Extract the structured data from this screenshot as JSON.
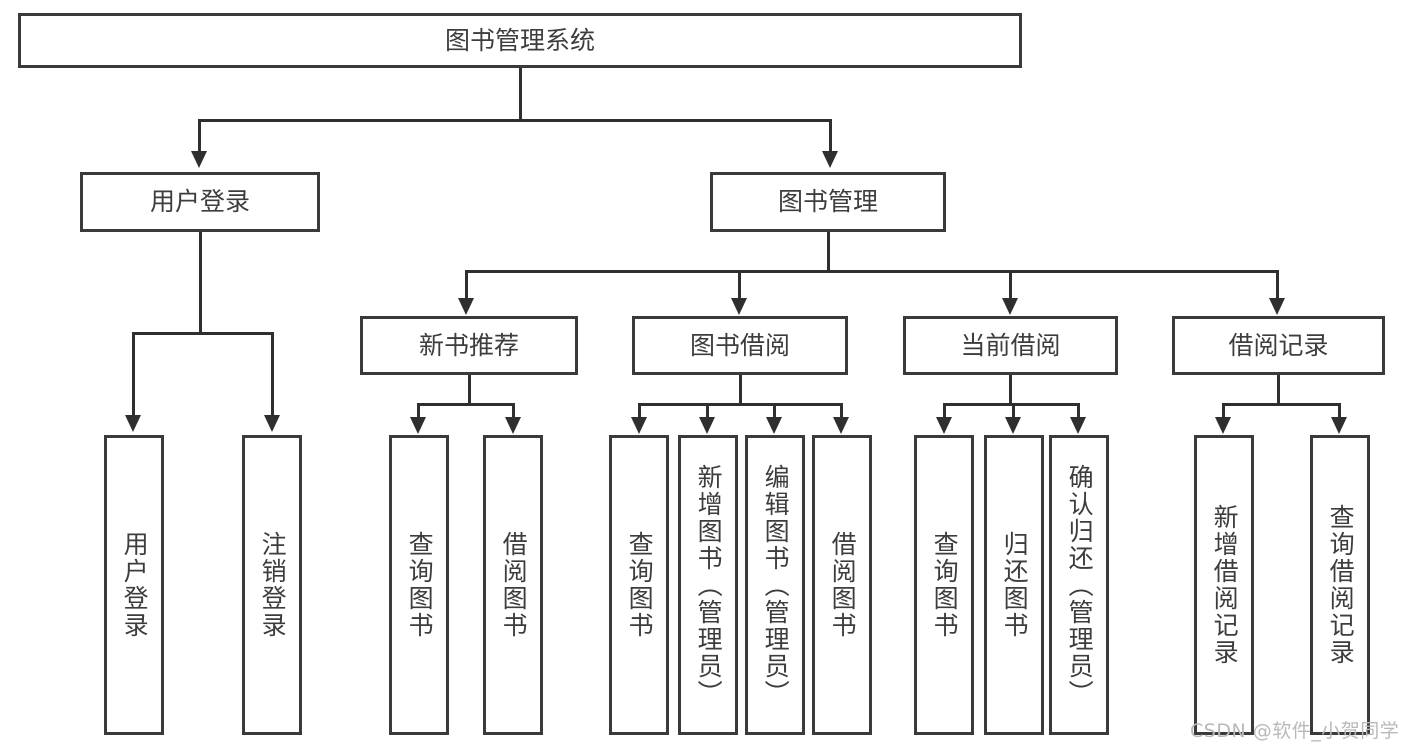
{
  "diagram": {
    "title": "图书管理系统",
    "type": "tree",
    "orientation": "top-down",
    "line_color": "#2f2f2f",
    "box_border_color": "#3a3a3a",
    "box_fill_color": "#ffffff",
    "text_color": "#3d3d3d"
  },
  "root": {
    "label": "图书管理系统"
  },
  "level2": [
    {
      "label": "用户登录"
    },
    {
      "label": "图书管理"
    }
  ],
  "level3": [
    {
      "label": "新书推荐"
    },
    {
      "label": "图书借阅"
    },
    {
      "label": "当前借阅"
    },
    {
      "label": "借阅记录"
    }
  ],
  "leaves": {
    "user_login": [
      {
        "label": "用户登录"
      },
      {
        "label": "注销登录"
      }
    ],
    "new_book_recommend": [
      {
        "label": "查询图书"
      },
      {
        "label": "借阅图书"
      }
    ],
    "book_borrow": [
      {
        "label": "查询图书"
      },
      {
        "label": "新增图书（管理员）"
      },
      {
        "label": "编辑图书（管理员）"
      },
      {
        "label": "借阅图书"
      }
    ],
    "current_borrow": [
      {
        "label": "查询图书"
      },
      {
        "label": "归还图书"
      },
      {
        "label": "确认归还（管理员）"
      }
    ],
    "borrow_record": [
      {
        "label": "新增借阅记录"
      },
      {
        "label": "查询借阅记录"
      }
    ]
  },
  "watermark": {
    "text": "CSDN @软件_小贺同学"
  }
}
